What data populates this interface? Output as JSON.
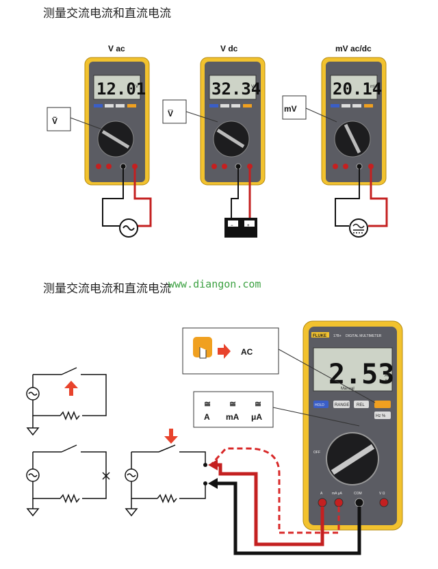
{
  "section1": {
    "title": "测量交流电流和直流电流",
    "meters": [
      {
        "label": "V ac",
        "reading": "12.01",
        "unit": "V",
        "mode": "AC",
        "symbol": "Ṽ"
      },
      {
        "label": "V dc",
        "reading": "32.34",
        "unit": "V",
        "mode": "",
        "symbol": "V̅"
      },
      {
        "label": "mV ac/dc",
        "reading": "20.14",
        "unit": "mV",
        "mode": "",
        "symbol": "mV"
      }
    ],
    "sources": [
      "ac-source",
      "battery",
      "ac-dc-source"
    ],
    "battery_minus": "−",
    "battery_plus": "+"
  },
  "section2": {
    "title": "测量交流电流和直流电流",
    "watermark": "www.diangon.com",
    "meter": {
      "brand": "FLUKE",
      "model": "17B+",
      "subtitle": "DIGITAL MULTIMETER",
      "reading": "2.53",
      "unit_top": "AC",
      "unit_bottom": "A",
      "manual": "Manual",
      "buttons": [
        "HOLD",
        "RANGE",
        "REL",
        "Hz %"
      ],
      "dial_off": "OFF",
      "jacks": [
        "A",
        "mA μA",
        "COM",
        "V Ω"
      ]
    },
    "callout_ac": "AC",
    "callout_ranges": [
      "A",
      "mA",
      "μA"
    ]
  },
  "colors": {
    "meter_body": "#f2c22e",
    "meter_face": "#5b5c63",
    "lcd": "#cdd3c7",
    "wire_red": "#c42020",
    "wire_black": "#111111",
    "arrow": "#e8432c"
  }
}
